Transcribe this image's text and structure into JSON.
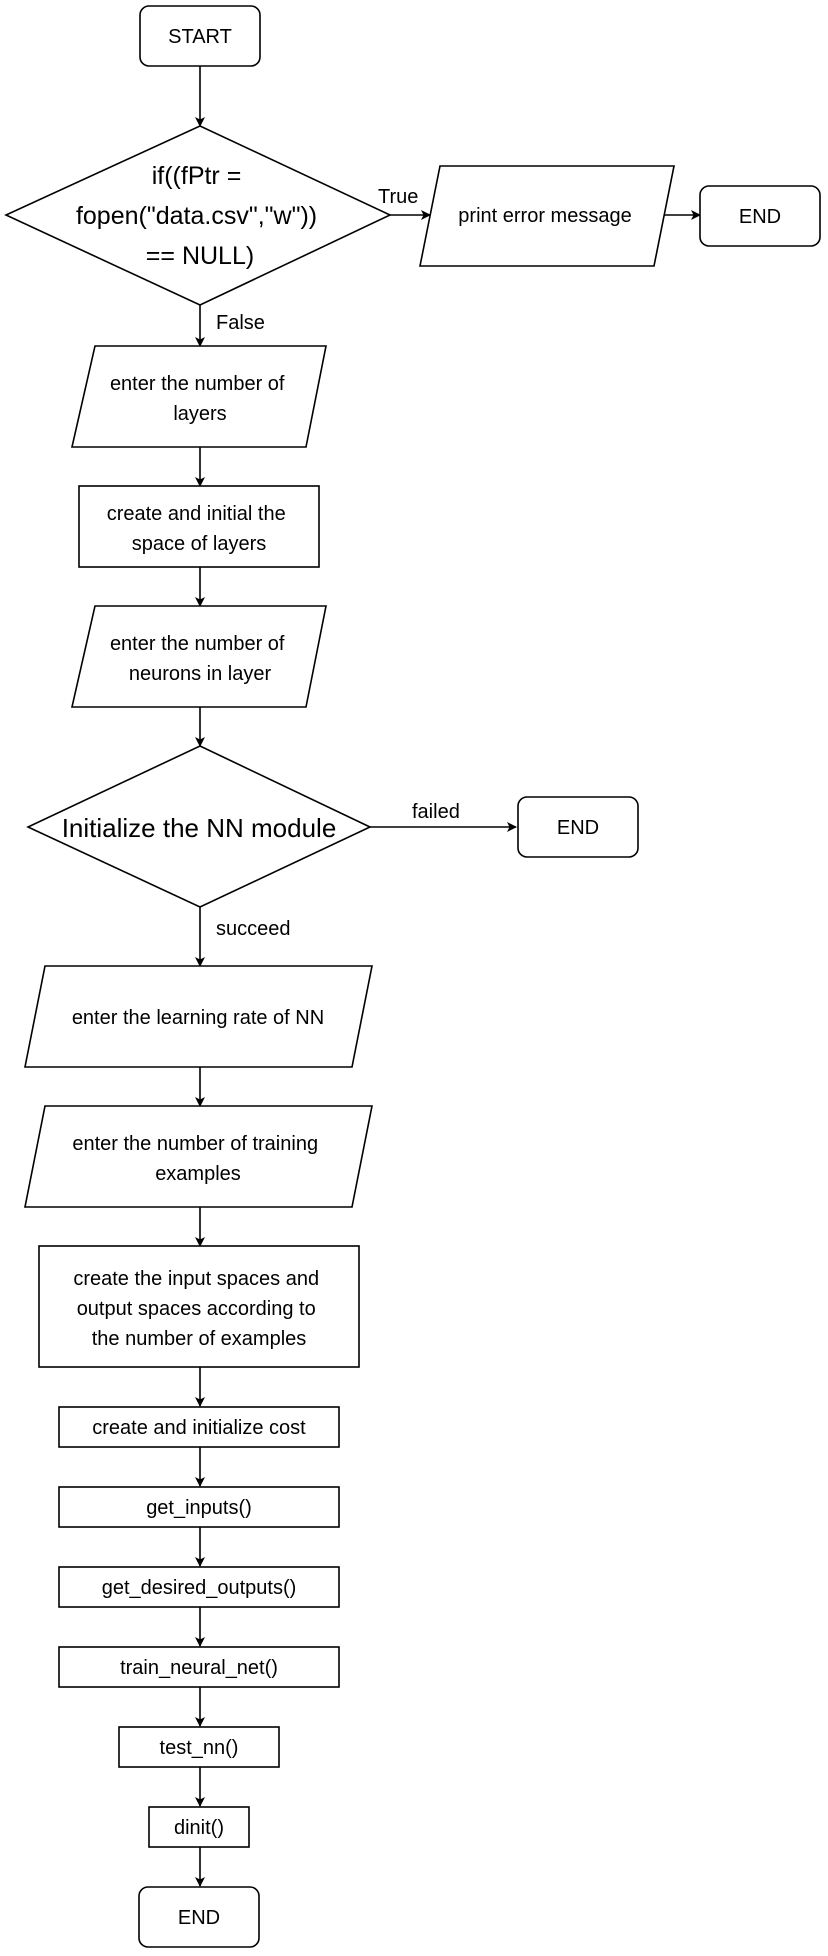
{
  "nodes": {
    "start": "START",
    "decision_fopen": [
      "if((fPtr =",
      "fopen(\"data.csv\",\"w\"))",
      "== NULL)"
    ],
    "print_error": "print error message",
    "end_error": "END",
    "input_layers": [
      "enter the number of",
      "layers"
    ],
    "create_layers": [
      "create and initial the",
      "space of layers"
    ],
    "input_neurons": [
      "enter the number of",
      "neurons in layer"
    ],
    "decision_init": "Initialize the NN module",
    "end_failed": "END",
    "input_lr": "enter the learning rate of NN",
    "input_examples": [
      "enter the number of training",
      "examples"
    ],
    "create_spaces": [
      "create the input spaces and",
      "output spaces according to",
      "the number of examples"
    ],
    "create_cost": "create and initialize cost",
    "get_inputs": "get_inputs()",
    "get_desired": "get_desired_outputs()",
    "train": "train_neural_net()",
    "test": "test_nn()",
    "dinit": "dinit()",
    "end_final": "END"
  },
  "edges": {
    "true_label": "True",
    "false_label": "False",
    "failed_label": "failed",
    "succeed_label": "succeed"
  }
}
